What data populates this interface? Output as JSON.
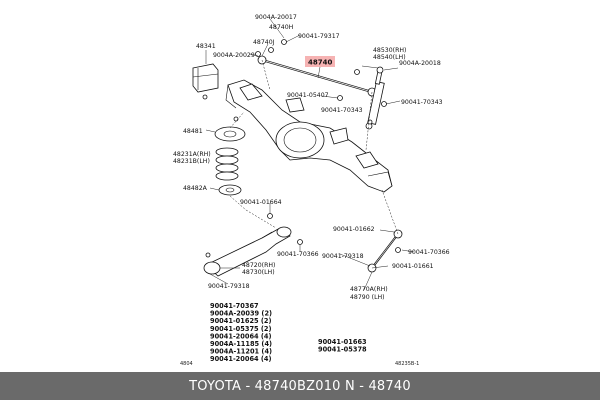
{
  "highlight_part": "48740",
  "labels": {
    "l_9004A_20017": "9004A-20017",
    "l_48740H": "48740H",
    "l_90041_79317": "90041-79317",
    "l_48740J": "48740J",
    "l_48341": "48341",
    "l_9004A_20029": "9004A-20029",
    "l_48530": "48530(RH)",
    "l_48540": "48540(LH)",
    "l_9004A_20018": "9004A-20018",
    "l_90041_05407": "90041-05407",
    "l_90041_70343a": "90041-70343",
    "l_90041_70343b": "90041-70343",
    "l_48481": "48481",
    "l_48231A": "48231A(RH)",
    "l_48231B": "48231B(LH)",
    "l_48482A": "48482A",
    "l_90041_01664": "90041-01664",
    "l_90041_01662": "90041-01662",
    "l_90041_70366a": "90041-70366",
    "l_90041_70366b": "90041-70366",
    "l_48720": "48720(RH)",
    "l_48730": "48730(LH)",
    "l_90041_79318a": "90041-79318",
    "l_90041_79318b": "90041-79318",
    "l_90041_01661": "90041-01661",
    "l_48770A": "48770A(RH)",
    "l_48790": "48790  (LH)",
    "fig_left": "4804",
    "fig_right": "48235B-1"
  },
  "legend_left": [
    "90041-70367",
    "9004A-20039 (2)",
    "90041-01625 (2)",
    "90041-05375 (2)",
    "90041-20064 (4)",
    "9004A-11185 (4)",
    "9004A-11201 (4)",
    "90041-20064 (4)"
  ],
  "legend_right": [
    "90041-01663",
    "90041-05378"
  ],
  "footer": {
    "text": "TOYOTA - 48740BZ010     N - 48740"
  }
}
